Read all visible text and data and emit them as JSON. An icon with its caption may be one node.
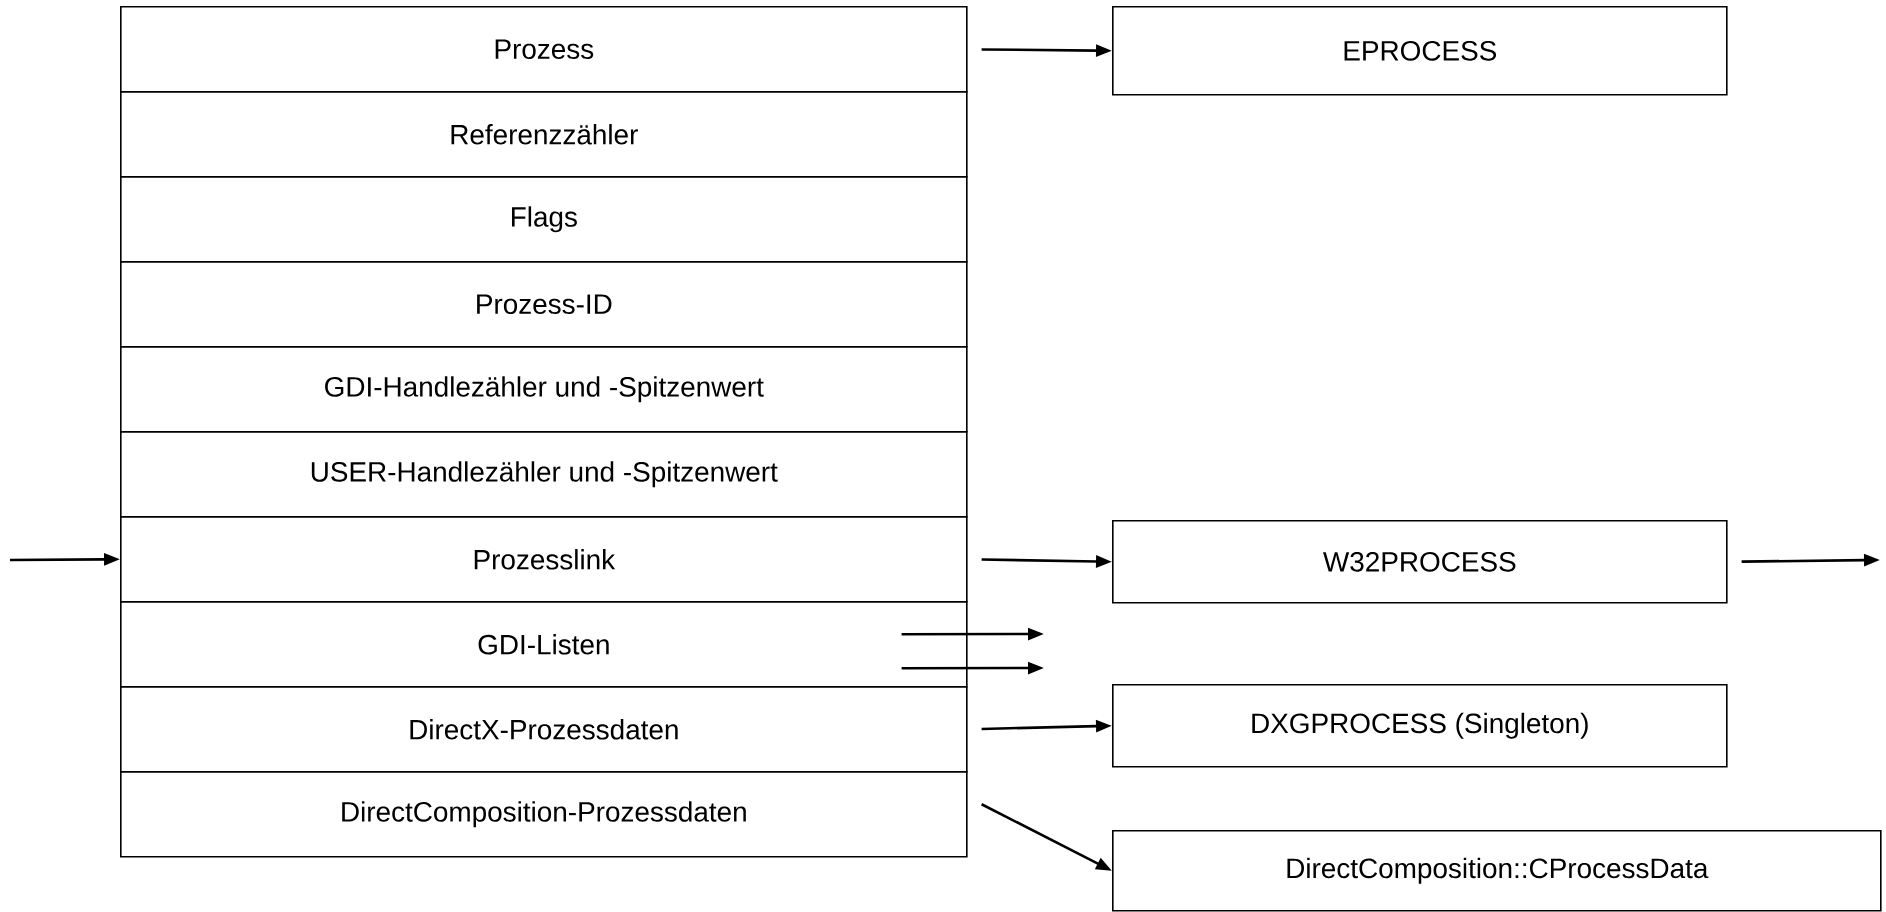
{
  "diagram": {
    "nodes": [
      {
        "text": [
          "Prozess"
        ]
      },
      {
        "text": [
          "Referenzzähler"
        ]
      },
      {
        "text": [
          "Flags"
        ]
      },
      {
        "text": [
          "Prozess-ID"
        ]
      },
      {
        "text": [
          "GDI-Handlezähler und -Spitzenwert"
        ]
      },
      {
        "text": [
          "USER-Handlezähler und -Spitzenwert"
        ]
      },
      {
        "text": [
          "Prozesslink"
        ]
      },
      {
        "text": [
          "GDI-Listen"
        ]
      },
      {
        "text": [
          "DirectX-Prozessdaten"
        ]
      },
      {
        "text": [
          "DirectComposition-Prozessdaten"
        ]
      },
      {
        "text": [
          "EPROCESS"
        ]
      },
      {
        "text": [
          "W32PROCESS"
        ]
      },
      {
        "text": [
          "DXGPROCESS (Singleton)"
        ]
      },
      {
        "text": [
          "DirectComposition::CProcessData"
        ]
      }
    ],
    "edges": [
      {
        "from": 0,
        "to": 10,
        "arrow": "to"
      },
      {
        "from": null,
        "to": 6,
        "arrow": "to"
      },
      {
        "from": 6,
        "to": 11,
        "arrow": "to"
      },
      {
        "from": 11,
        "to": null,
        "arrow": "to"
      },
      {
        "from": 7,
        "to": null,
        "arrow": "to"
      },
      {
        "from": 7,
        "to": null,
        "arrow": "to"
      },
      {
        "from": 8,
        "to": 12,
        "arrow": "to"
      },
      {
        "from": 9,
        "to": 13,
        "arrow": "to"
      }
    ]
  }
}
